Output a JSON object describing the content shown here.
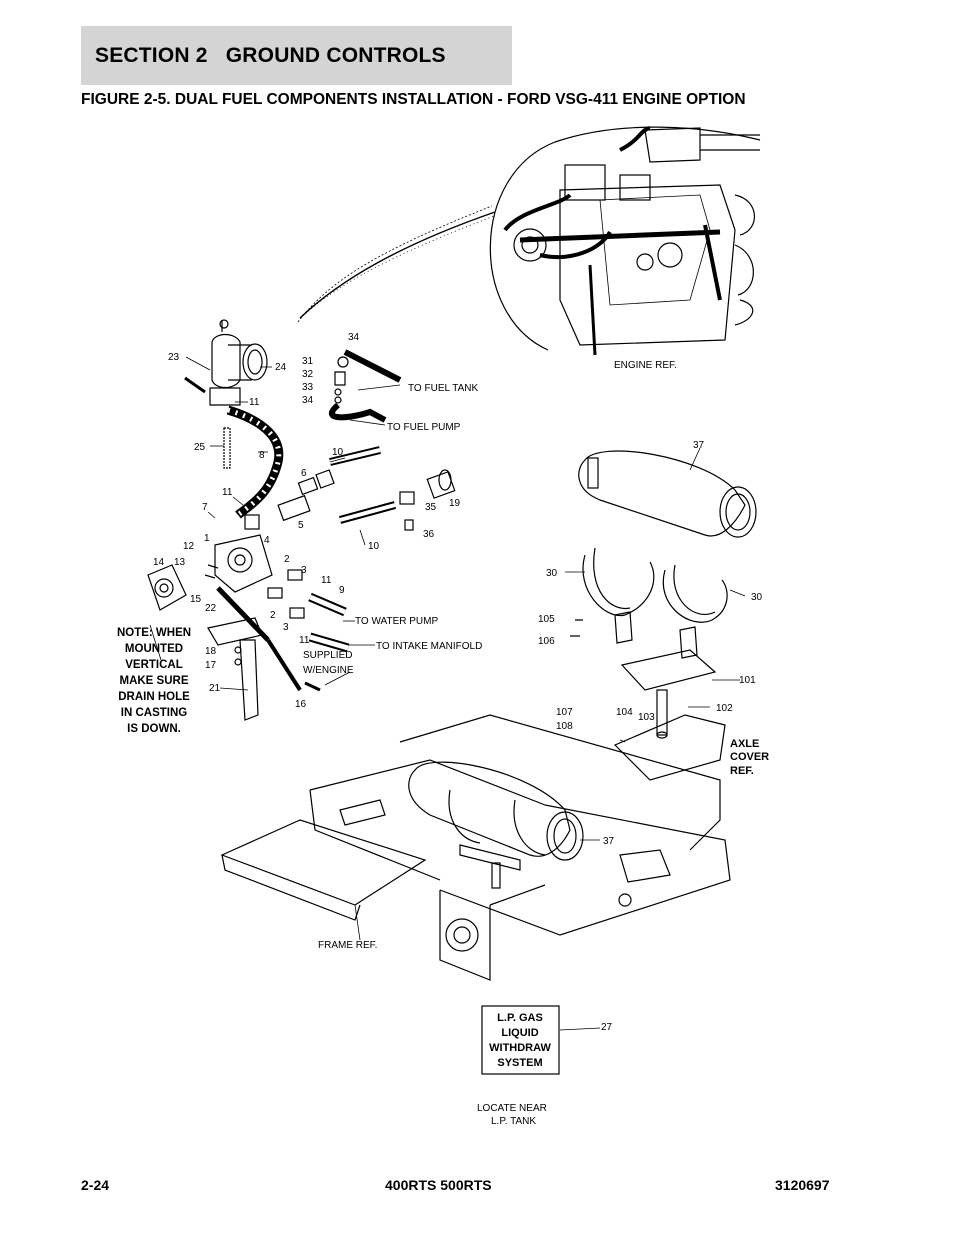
{
  "header": {
    "section": "SECTION 2   GROUND CONTROLS"
  },
  "figure": {
    "title": "FIGURE 2-5. DUAL FUEL COMPONENTS INSTALLATION - FORD VSG-411 ENGINE OPTION"
  },
  "callouts": {
    "engine_ref": "ENGINE REF.",
    "to_fuel_tank": "TO FUEL TANK",
    "to_fuel_pump": "TO FUEL PUMP",
    "to_water_pump": "TO WATER PUMP",
    "to_intake_manifold": "TO INTAKE MANIFOLD",
    "supplied_line1": "SUPPLIED",
    "supplied_line2": "W/ENGINE",
    "axle_line1": "AXLE",
    "axle_line2": "COVER",
    "axle_line3": "REF.",
    "frame_ref": "FRAME REF.",
    "locate_line1": "LOCATE NEAR",
    "locate_line2": "L.P. TANK"
  },
  "note": [
    "NOTE: WHEN",
    "MOUNTED",
    "VERTICAL",
    "MAKE SURE",
    "DRAIN HOLE",
    "IN CASTING",
    "IS DOWN."
  ],
  "decal": [
    "L.P. GAS",
    "LIQUID",
    "WITHDRAW",
    "SYSTEM"
  ],
  "parts": {
    "p23": "23",
    "p24": "24",
    "p11a": "11",
    "p25": "25",
    "p8": "8",
    "p11b": "11",
    "p7": "7",
    "p4": "4",
    "p5": "5",
    "p6": "6",
    "p10a": "10",
    "p10b": "10",
    "p31": "31",
    "p32": "32",
    "p33": "33",
    "p34a": "34",
    "p34b": "34",
    "p19": "19",
    "p35": "35",
    "p36": "36",
    "p1": "1",
    "p12": "12",
    "p14": "14",
    "p13": "13",
    "p15": "15",
    "p22": "22",
    "p2a": "2",
    "p3a": "3",
    "p11c": "11",
    "p9": "9",
    "p2b": "2",
    "p3b": "3",
    "p11d": "11",
    "p18": "18",
    "p17": "17",
    "p21": "21",
    "p16": "16",
    "p37a": "37",
    "p30a": "30",
    "p30b": "30",
    "p105": "105",
    "p106": "106",
    "p101": "101",
    "p107": "107",
    "p108": "108",
    "p104": "104",
    "p103": "103",
    "p102": "102",
    "p37b": "37",
    "p27": "27"
  },
  "footer": {
    "page": "2-24",
    "model": "400RTS 500RTS",
    "doc": "3120697"
  }
}
